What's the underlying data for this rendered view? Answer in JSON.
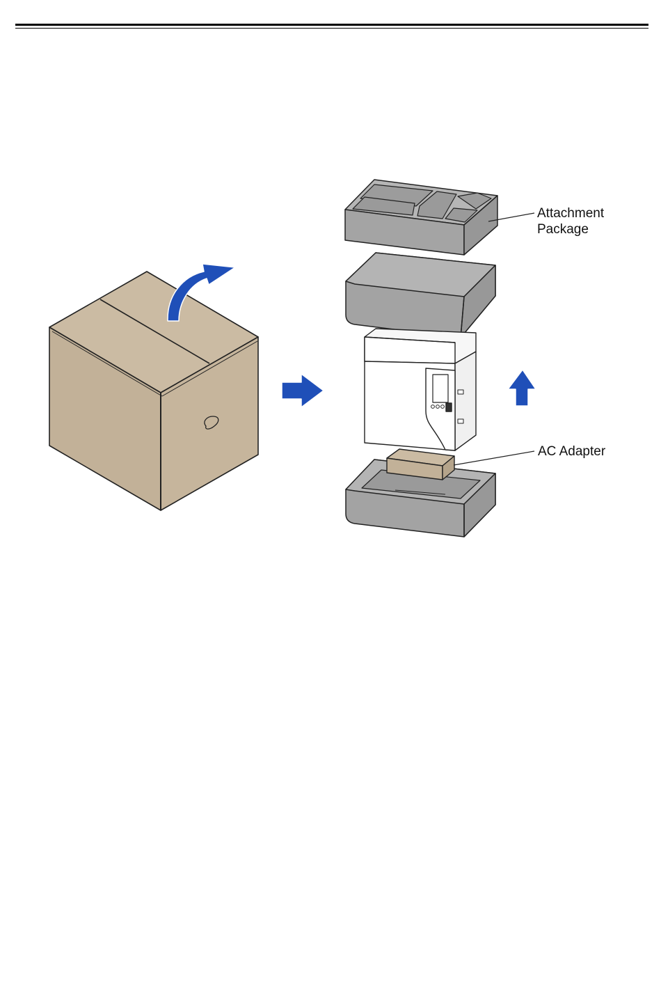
{
  "labels": {
    "attachment_package_line1": "Attachment",
    "attachment_package_line2": "Package",
    "ac_adapter": "AC Adapter"
  },
  "icons": {
    "open_lid_arrow": "curved-arrow-icon",
    "next_step_arrow": "arrow-right-icon",
    "lift_arrow": "arrow-up-icon"
  },
  "colors": {
    "cardboard": "#c5b49a",
    "foam": "#a3a3a3",
    "arrow": "#1f4fb8",
    "outline": "#222222"
  }
}
